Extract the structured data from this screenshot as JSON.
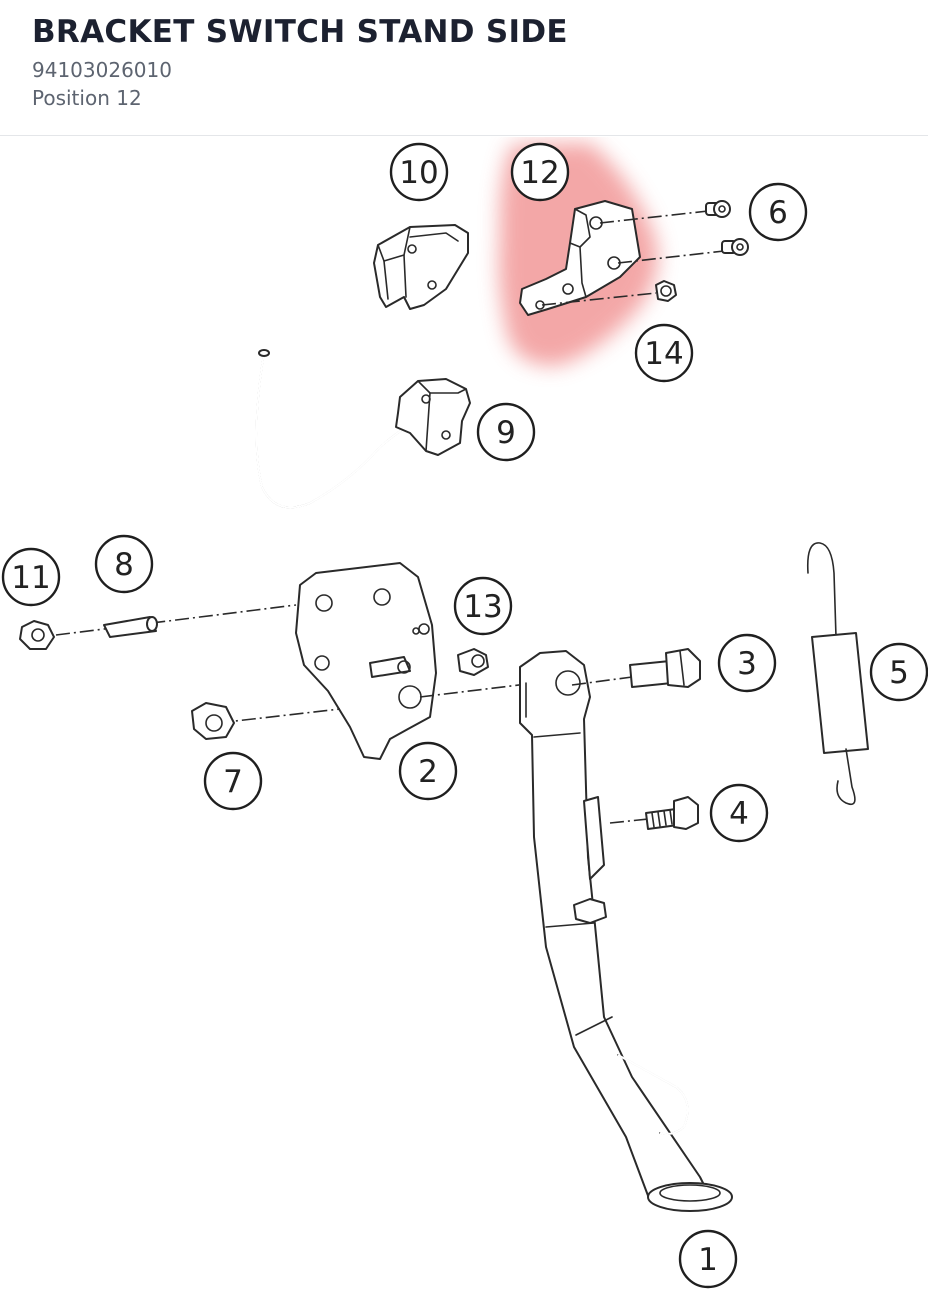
{
  "header": {
    "title": "BRACKET SWITCH STAND SIDE",
    "part_number": "94103026010",
    "position": "Position 12"
  },
  "diagram": {
    "highlight_color": "#f08a8a",
    "selected_callout": "12",
    "callouts": [
      {
        "key": "c1",
        "label": "1"
      },
      {
        "key": "c2",
        "label": "2"
      },
      {
        "key": "c3",
        "label": "3"
      },
      {
        "key": "c4",
        "label": "4"
      },
      {
        "key": "c5",
        "label": "5"
      },
      {
        "key": "c6",
        "label": "6"
      },
      {
        "key": "c7",
        "label": "7"
      },
      {
        "key": "c8",
        "label": "8"
      },
      {
        "key": "c9",
        "label": "9"
      },
      {
        "key": "c10",
        "label": "10"
      },
      {
        "key": "c11",
        "label": "11"
      },
      {
        "key": "c12",
        "label": "12"
      },
      {
        "key": "c13",
        "label": "13"
      },
      {
        "key": "c14",
        "label": "14"
      }
    ]
  }
}
